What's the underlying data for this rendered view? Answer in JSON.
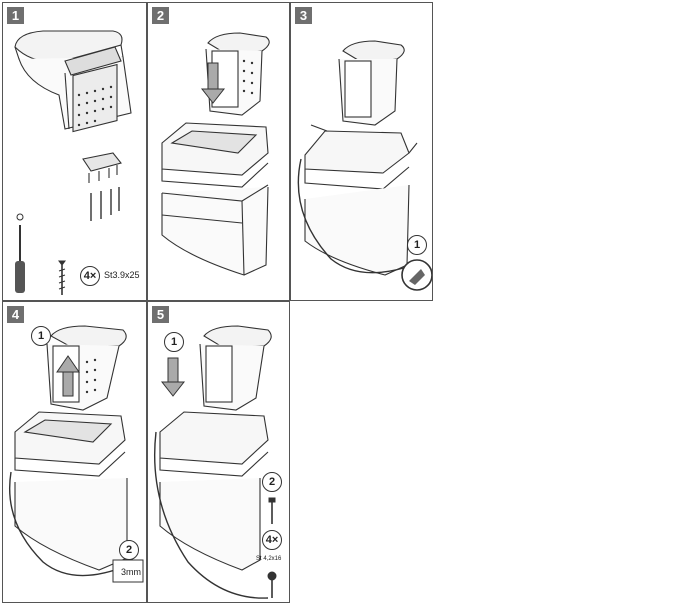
{
  "panels": [
    {
      "number": "1",
      "qty": "4×",
      "screw_spec": "St3.9x25",
      "driver_icon": "phillips-screwdriver-icon",
      "screw_icon": "wood-screw-icon"
    },
    {
      "number": "2",
      "arrow_icon": "down-arrow-icon"
    },
    {
      "number": "3",
      "step": "1",
      "tool_icon": "trim-knife-icon"
    },
    {
      "number": "4",
      "step_a": "1",
      "step_b": "2",
      "gap_label": "3mm",
      "arrow_icon": "up-arrow-icon"
    },
    {
      "number": "5",
      "step_a": "1",
      "step_b": "2",
      "qty": "4×",
      "screw_spec": "St 4,2x16",
      "arrow_icon": "down-arrow-icon"
    }
  ],
  "colors": {
    "badge": "#6f6f6f",
    "line": "#333333",
    "cushion": "#e9e9e9"
  }
}
